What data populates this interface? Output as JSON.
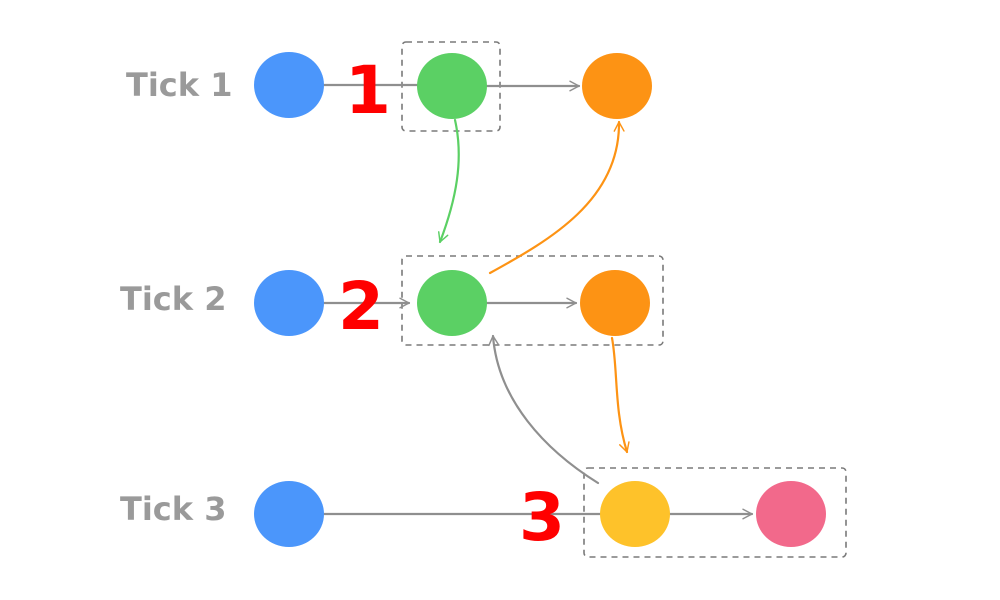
{
  "ticks": [
    {
      "label": "Tick 1",
      "step": "1"
    },
    {
      "label": "Tick 2",
      "step": "2"
    },
    {
      "label": "Tick 3",
      "step": "3"
    }
  ],
  "colors": {
    "blue": "#4b96fb",
    "green": "#5bd064",
    "orange": "#fd9314",
    "yellow": "#fec22a",
    "pink": "#f2698b",
    "gray": "#8f8f8f",
    "step_number": "#ff0000"
  },
  "node_icons": [
    "blue-node",
    "green-node",
    "orange-node",
    "yellow-node",
    "pink-node"
  ]
}
